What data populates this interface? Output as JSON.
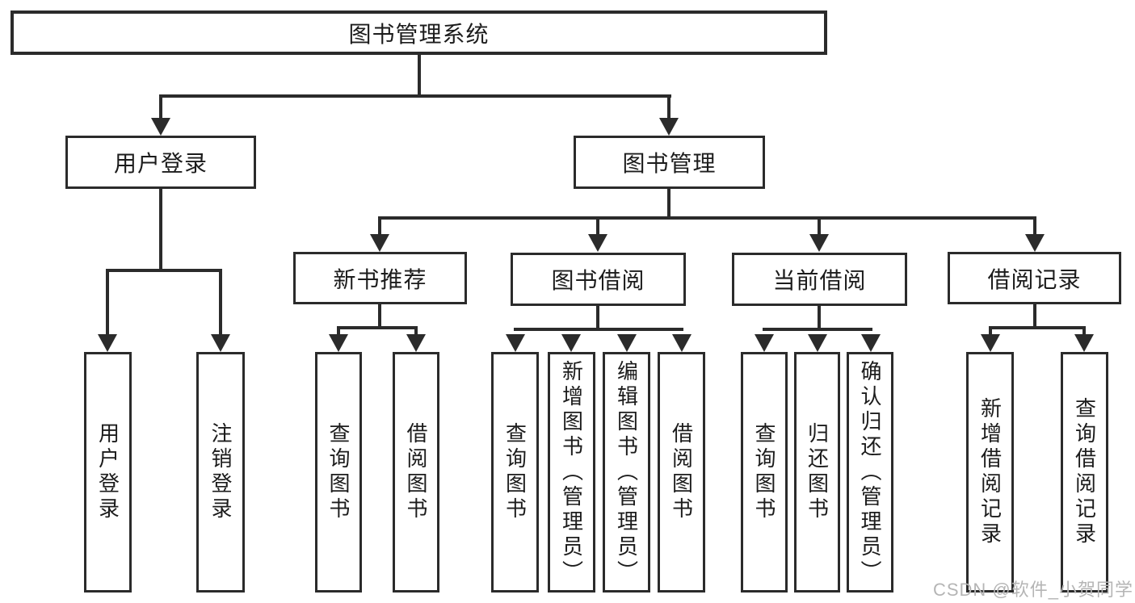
{
  "nodes": {
    "root": "图书管理系统",
    "level2": [
      {
        "label": "用户登录",
        "children": [
          "用户登录",
          "注销登录"
        ]
      },
      {
        "label": "图书管理"
      }
    ],
    "level3": [
      {
        "label": "新书推荐",
        "children": [
          "查询图书",
          "借阅图书"
        ]
      },
      {
        "label": "图书借阅",
        "children": [
          "查询图书",
          "新增图书（管理员）",
          "编辑图书（管理员）",
          "借阅图书"
        ]
      },
      {
        "label": "当前借阅",
        "children": [
          "查询图书",
          "归还图书",
          "确认归还（管理员）"
        ]
      },
      {
        "label": "借阅记录",
        "children": [
          "新增借阅记录",
          "查询借阅记录"
        ]
      }
    ]
  },
  "watermark": "CSDN @软件_小贺同学",
  "colors": {
    "line": "#2b2b2b",
    "text": "#1c1c1c",
    "background": "#ffffff",
    "watermark": "#b5b5b5"
  }
}
